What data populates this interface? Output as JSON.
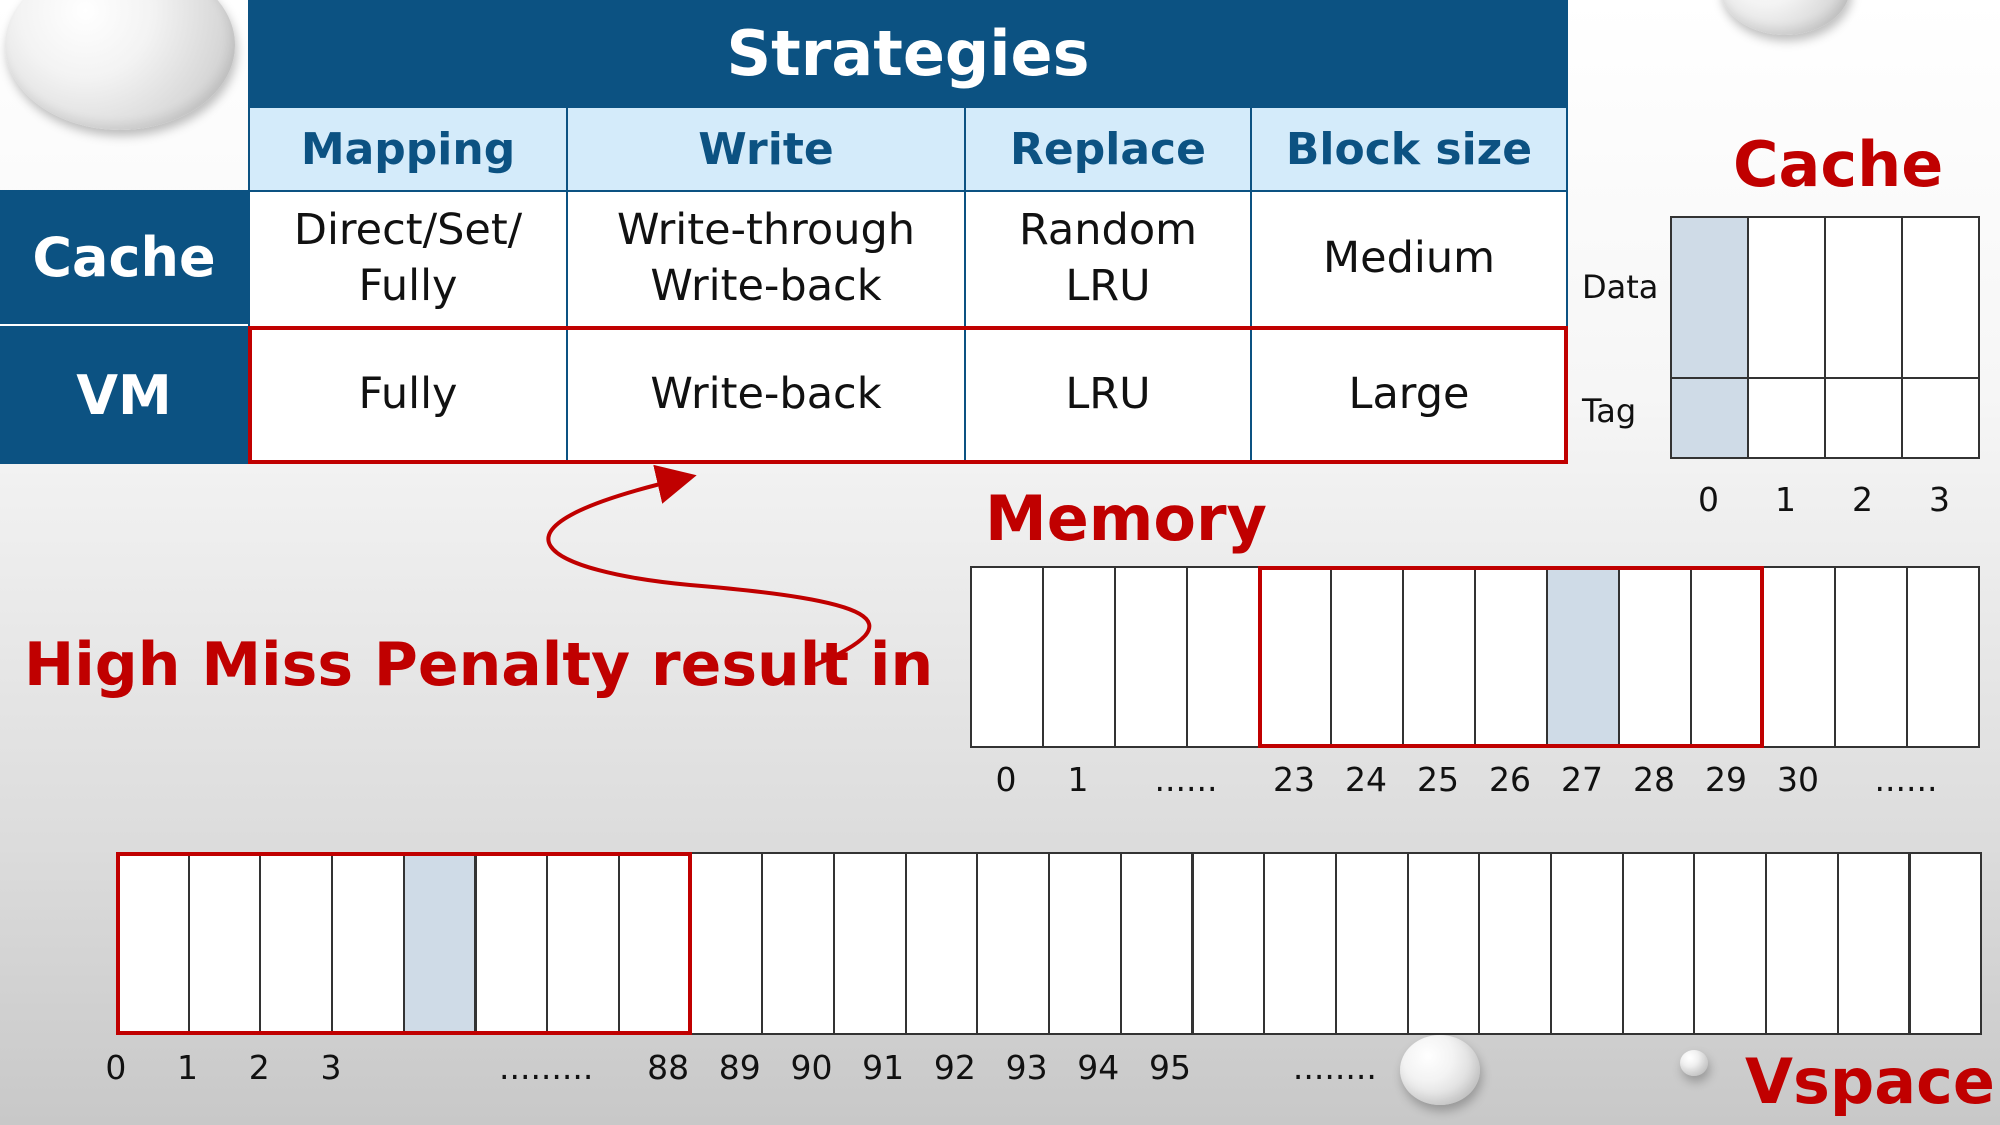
{
  "table": {
    "title": "Strategies",
    "columns": [
      "Mapping",
      "Write",
      "Replace",
      "Block size"
    ],
    "rows": [
      {
        "label": "Cache",
        "mapping": [
          "Direct/Set/",
          "Fully"
        ],
        "write": [
          "Write-through",
          "Write-back"
        ],
        "replace": [
          "Random",
          "LRU"
        ],
        "block": "Medium"
      },
      {
        "label": "VM",
        "mapping": "Fully",
        "write": "Write-back",
        "replace": "LRU",
        "block": "Large"
      }
    ]
  },
  "penalty_text": "High Miss Penalty result in",
  "cache": {
    "title": "Cache",
    "data_label": "Data",
    "tag_label": "Tag",
    "indices": [
      "0",
      "1",
      "2",
      "3"
    ],
    "highlight_index": 0
  },
  "memory": {
    "title": "Memory",
    "indices": [
      "0",
      "1",
      "......",
      "23",
      "24",
      "25",
      "26",
      "27",
      "28",
      "29",
      "30",
      "......"
    ],
    "highlight_index": 8,
    "framed_range": [
      4,
      11
    ]
  },
  "vspace": {
    "title": "Vspace",
    "indices_left": [
      "0",
      "1",
      "2",
      "3"
    ],
    "dots_left": ".........",
    "indices_mid": [
      "88",
      "89",
      "90",
      "91",
      "92",
      "93",
      "94",
      "95"
    ],
    "dots_right": "........",
    "highlight_index": 4,
    "framed_range": [
      0,
      8
    ]
  },
  "colors": {
    "navy": "#0c5282",
    "light_blue": "#d4ebfa",
    "red": "#c00000",
    "shade": "#cfdbe7"
  }
}
